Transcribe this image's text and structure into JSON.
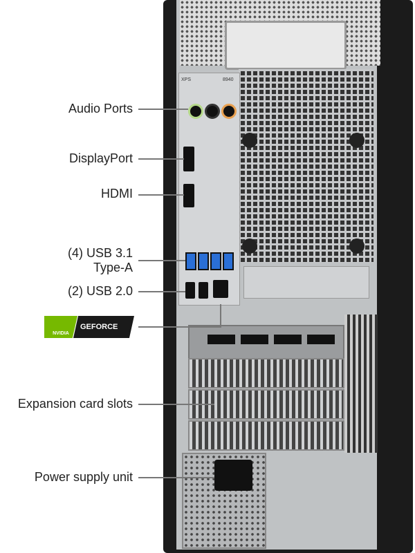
{
  "labels": {
    "audio": "Audio Ports",
    "displayport": "DisplayPort",
    "hdmi": "HDMI",
    "usb31_line1": "(4) USB 3.1",
    "usb31_line2": "Type-A",
    "usb20": "(2) USB 2.0",
    "expansion": "Expansion card slots",
    "psu": "Power supply unit"
  },
  "badge": {
    "brand": "NVIDIA",
    "product": "GEFORCE",
    "green": "#76b900"
  },
  "case": {
    "model": "XPS",
    "number": "8940"
  }
}
